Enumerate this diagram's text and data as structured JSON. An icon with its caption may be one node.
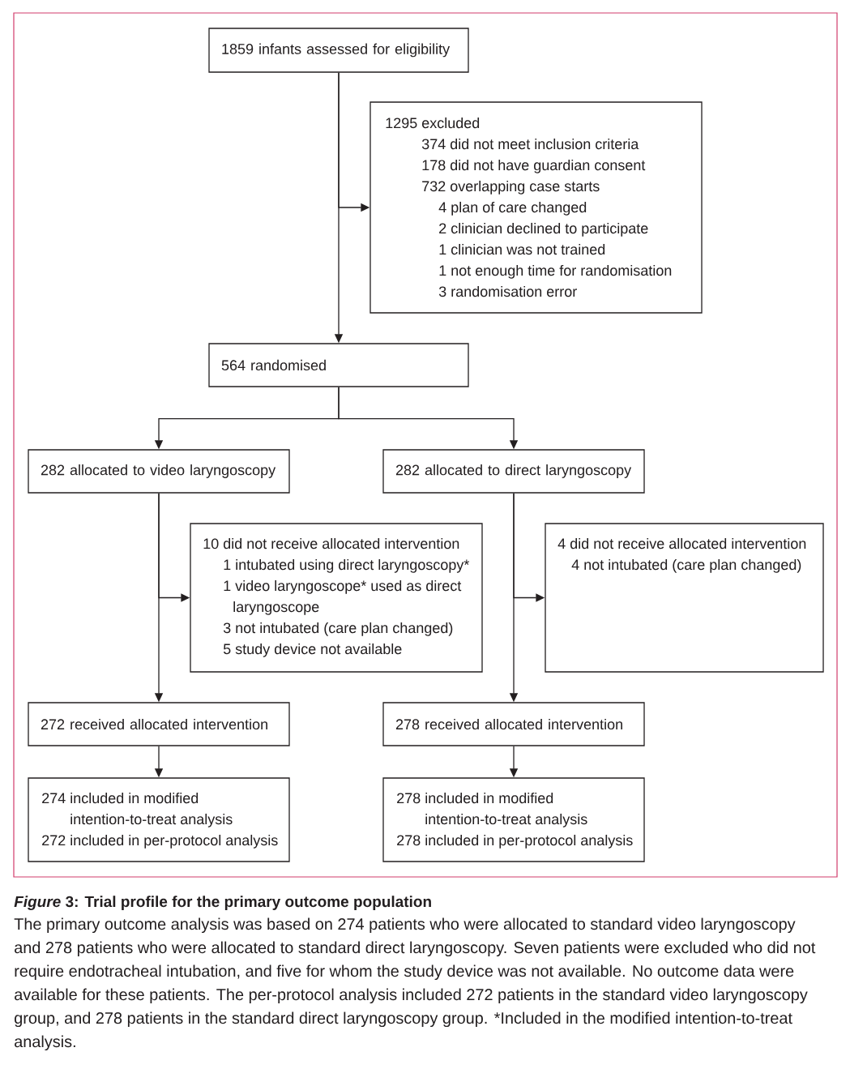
{
  "diagram": {
    "title": "*Figure* 3: Trial profile for the primary outcome population",
    "caption": "The primary outcome analysis was based on 274 patients who were allocated to standard video laryngoscopy and 278 patients who were allocated to standard direct laryngoscopy. Seven patients were excluded who did not require endotracheal intubation, and five for whom the study device was not available. No outcome data were available for these patients. The per-protocol analysis included 272 patients in the standard video laryngoscopy group, and 278 patients in the standard direct laryngoscopy group. *Included in the modified intention-to-treat analysis.",
    "nodes": [
      {
        "text": [
          "1859 infants assessed for eligibility"
        ]
      },
      {
        "text": [
          "1295 excluded",
          "374 did not meet inclusion criteria",
          "178 did not have guardian consent",
          "732 overlapping case starts",
          "4 plan of care changed",
          "2 clinician declined to participate",
          "1 clinician was not trained",
          "1 not enough time for randomisation",
          "3 randomisation error"
        ]
      },
      {
        "text": [
          "564 randomised"
        ]
      },
      {
        "text": [
          "282 allocated to video laryngoscopy"
        ]
      },
      {
        "text": [
          "282 allocated to direct laryngoscopy"
        ]
      },
      {
        "text": [
          "10 did not receive allocated intervention",
          "1 intubated using direct laryngoscopy*",
          "1 video laryngoscope* used as direct laryngoscope",
          "3 not intubated (care plan changed)",
          "5 study device not available"
        ]
      },
      {
        "text": [
          "4 did not receive allocated intervention",
          "4 not intubated (care plan changed)"
        ]
      },
      {
        "text": [
          "272 received allocated intervention"
        ]
      },
      {
        "text": [
          "278 received allocated intervention"
        ]
      },
      {
        "text": [
          "274 included in modified intention-to-treat analysis",
          "272 included in per-protocol analysis"
        ]
      },
      {
        "text": [
          "278 included in modified intention-to-treat analysis",
          "278 included in per-protocol analysis"
        ]
      }
    ],
    "edges": [
      {
        "from": 0,
        "to": 2,
        "arrow": "to"
      },
      {
        "from": 0,
        "to": 1,
        "arrow": "to"
      },
      {
        "from": 2,
        "to": 3,
        "arrow": "to"
      },
      {
        "from": 2,
        "to": 4,
        "arrow": "to"
      },
      {
        "from": 3,
        "to": 7,
        "arrow": "to"
      },
      {
        "from": 3,
        "to": 5,
        "arrow": "to"
      },
      {
        "from": 4,
        "to": 8,
        "arrow": "to"
      },
      {
        "from": 4,
        "to": 6,
        "arrow": "to"
      },
      {
        "from": 7,
        "to": 9,
        "arrow": "to"
      },
      {
        "from": 8,
        "to": 10,
        "arrow": "to"
      }
    ]
  }
}
